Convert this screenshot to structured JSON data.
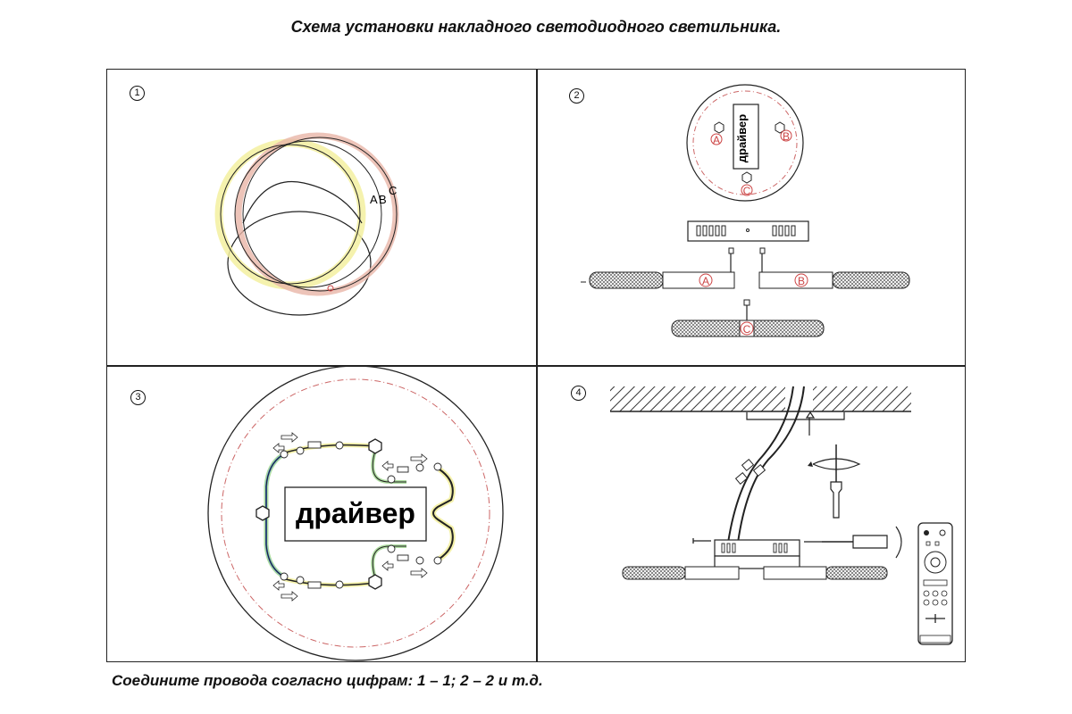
{
  "title": "Схема установки накладного светодиодного светильника.",
  "footer": "Соедините провода согласно цифрам: 1 – 1; 2 – 2 и т.д.",
  "steps": [
    "1",
    "2",
    "3",
    "4"
  ],
  "panel1": {
    "labels": [
      "A",
      "B",
      "C"
    ]
  },
  "panel2": {
    "driver_label": "драйвер",
    "connectors": [
      "A",
      "B",
      "C"
    ]
  },
  "panel3": {
    "driver_label": "драйвер"
  },
  "colors": {
    "glow_yellow": "#f3f0a0",
    "glow_red": "#e8b5a8",
    "wire_blue": "#3b6fd1",
    "wire_green": "#9bd48a"
  }
}
